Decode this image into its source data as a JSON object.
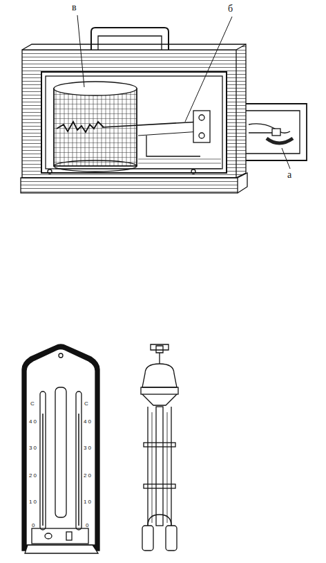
{
  "diagram": {
    "labels": [
      "в",
      "б",
      "а",
      "С",
      "40",
      "30",
      "20",
      "10",
      "0",
      "С",
      "40",
      "30",
      "20",
      "10",
      "0"
    ]
  }
}
